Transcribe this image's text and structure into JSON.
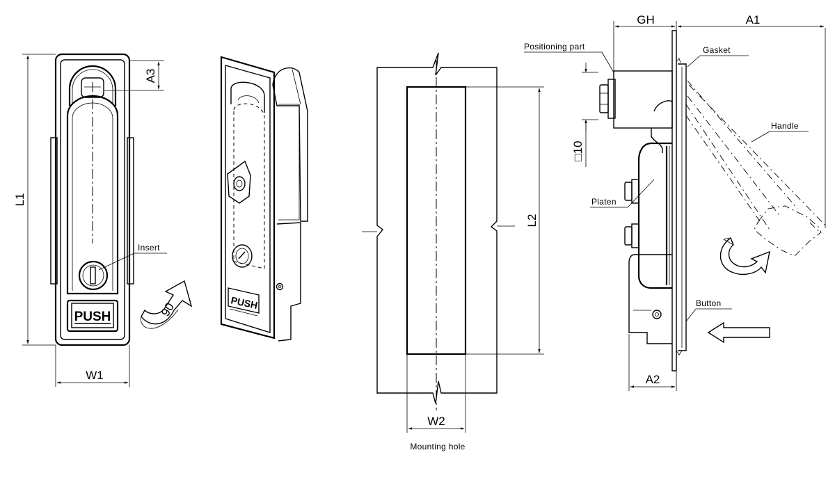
{
  "front_view": {
    "dimension_labels": {
      "l1": "L1",
      "w1": "W1",
      "a3": "A3"
    },
    "callouts": {
      "insert": "Insert"
    },
    "push_label": "PUSH",
    "rotation_label": "90"
  },
  "iso_view": {
    "push_label": "PUSH"
  },
  "mounting_hole": {
    "dimension_labels": {
      "l2": "L2",
      "w2": "W2"
    },
    "caption": "Mounting hole"
  },
  "side_view": {
    "dimension_labels": {
      "gh": "GH",
      "a1": "A1",
      "a2": "A2",
      "sq10": "□10"
    },
    "callouts": {
      "positioning_part": "Positioning part",
      "gasket": "Gasket",
      "handle": "Handle",
      "platen": "Platen",
      "button": "Button"
    }
  }
}
